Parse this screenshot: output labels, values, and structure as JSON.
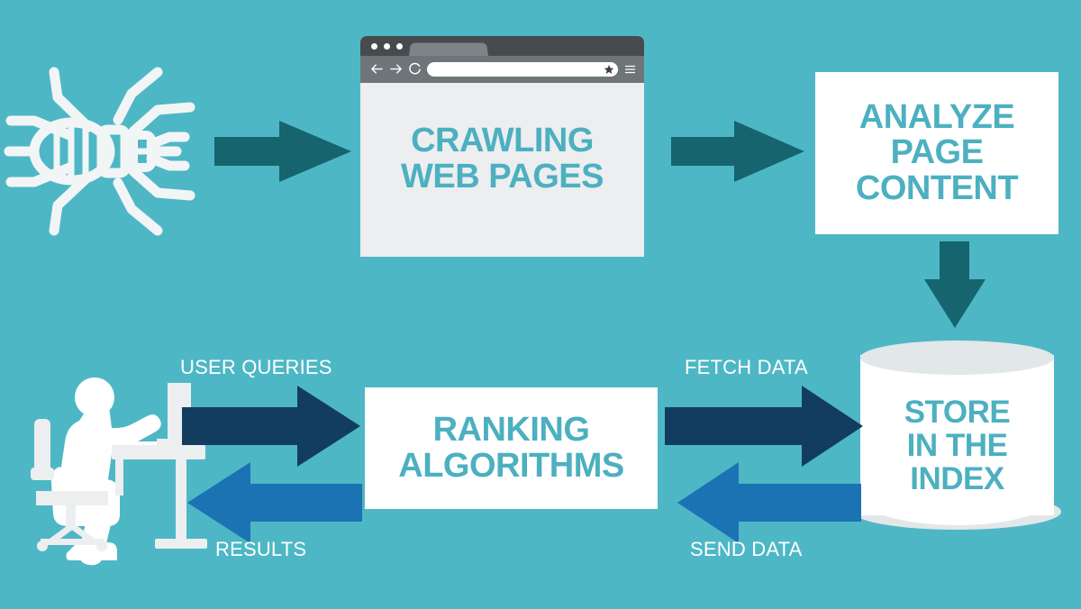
{
  "diagram": {
    "title": "Search engine crawling, indexing and ranking process",
    "background_color": "#4eb7c5"
  },
  "colors": {
    "background_teal": "#4eb7c5",
    "text_teal": "#4cb0c0",
    "arrow_dark_teal": "#15646e",
    "arrow_navy": "#123d5e",
    "arrow_blue": "#1c73b3",
    "card_white": "#ffffff",
    "browser_chrome_dark": "#464b4e",
    "browser_toolbar_gray": "#6e7578",
    "browser_tab_gray": "#7d8487",
    "browser_viewport_gray": "#eceef0",
    "cylinder_rim_gray": "#e2e7e9",
    "label_white": "#ffffff"
  },
  "nodes": {
    "crawler": {
      "icon": "spider-bug-icon",
      "label": ""
    },
    "browser": {
      "icon": "browser-window-icon",
      "line1": "CRAWLING",
      "line2": "WEB PAGES",
      "titlebar_dots": 3,
      "url_value": "",
      "url_placeholder": "",
      "toolbar_icons": [
        "back-arrow-icon",
        "forward-arrow-icon",
        "reload-icon",
        "star-icon",
        "hamburger-menu-icon"
      ]
    },
    "analyze": {
      "line1": "ANALYZE",
      "line2": "PAGE",
      "line3": "CONTENT"
    },
    "index": {
      "icon": "database-cylinder-icon",
      "line1": "STORE",
      "line2": "IN THE",
      "line3": "INDEX"
    },
    "ranking": {
      "line1": "RANKING",
      "line2": "ALGORITHMS"
    },
    "user": {
      "icon": "person-at-desk-icon",
      "label": ""
    }
  },
  "arrows": [
    {
      "id": "crawler-to-browser",
      "label": "",
      "direction": "right",
      "color": "#15646e"
    },
    {
      "id": "browser-to-analyze",
      "label": "",
      "direction": "right",
      "color": "#15646e"
    },
    {
      "id": "analyze-to-index",
      "label": "",
      "direction": "down",
      "color": "#15646e"
    },
    {
      "id": "user-to-ranking",
      "label": "USER QUERIES",
      "direction": "right",
      "color": "#123d5e"
    },
    {
      "id": "ranking-to-index",
      "label": "FETCH DATA",
      "direction": "right",
      "color": "#123d5e"
    },
    {
      "id": "index-to-ranking",
      "label": "SEND DATA",
      "direction": "left",
      "color": "#1c73b3"
    },
    {
      "id": "ranking-to-user",
      "label": "RESULTS",
      "direction": "left",
      "color": "#1c73b3"
    }
  ],
  "labels": {
    "user_queries": "USER QUERIES",
    "results": "RESULTS",
    "fetch_data": "FETCH DATA",
    "send_data": "SEND DATA"
  }
}
